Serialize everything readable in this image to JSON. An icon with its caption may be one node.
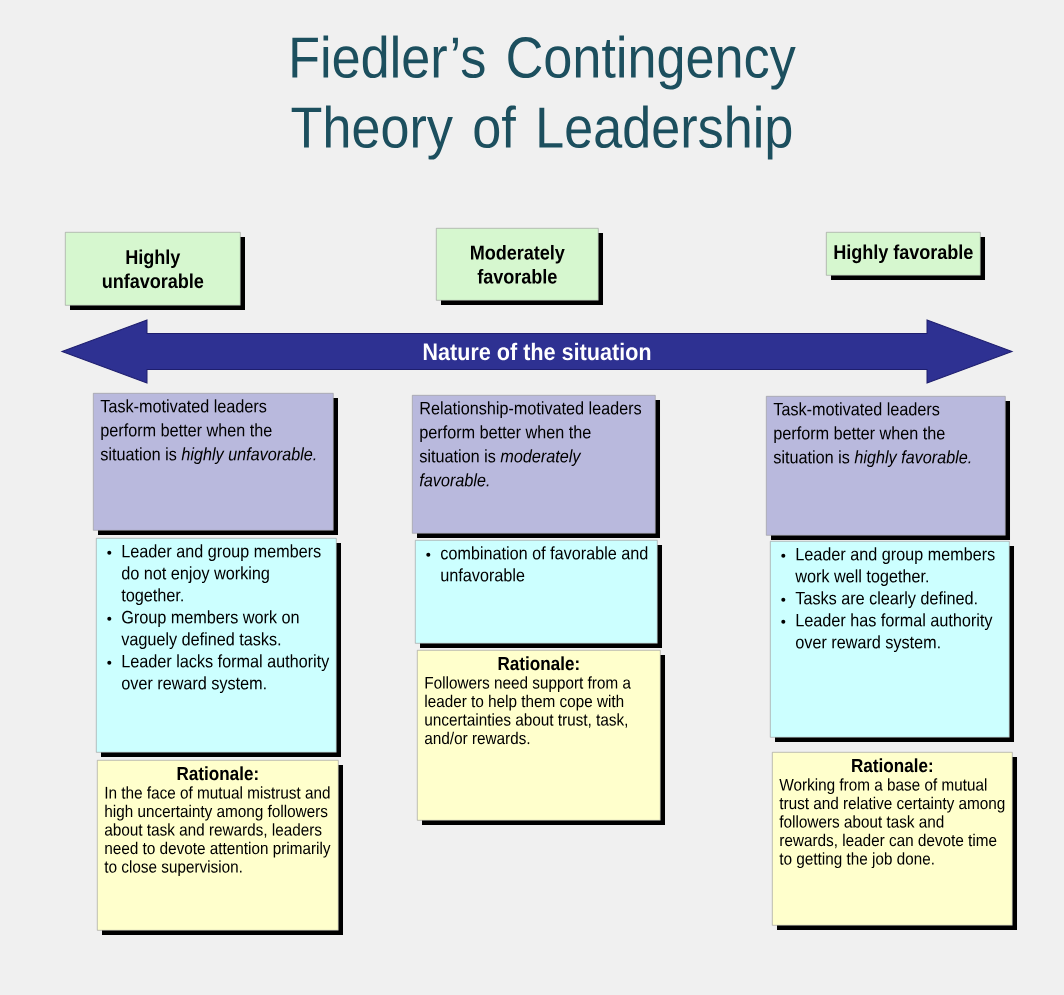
{
  "diagram": {
    "title": "Fiedler’s Contingency Theory of Leadership",
    "nodes": [
      {
        "text": [
          "Highly unfavorable"
        ]
      },
      {
        "text": [
          "Moderately favorable"
        ]
      },
      {
        "text": [
          "Highly favorable"
        ]
      },
      {
        "text": [
          "Nature of the situation"
        ]
      },
      {
        "text": [
          "Task-motivated leaders perform better when the situation is *highly unfavorable.*"
        ]
      },
      {
        "text": [
          "Relationship-motivated leaders perform better when the situation is *moderately favorable.*"
        ]
      },
      {
        "text": [
          "Task-motivated leaders perform better when the situation is *highly favorable.*"
        ]
      },
      {
        "text": [
          "Leader and group members do not enjoy working together.",
          "Group members work on vaguely defined tasks.",
          "Leader lacks formal authority over reward system."
        ]
      },
      {
        "text": [
          "combination of favorable and unfavorable"
        ]
      },
      {
        "text": [
          "Leader and group members work well together.",
          "Tasks are clearly defined.",
          "Leader has formal authority over reward system."
        ]
      },
      {
        "text": [
          "Rationale:",
          "In the face of mutual mistrust and high uncertainty among followers about task and rewards, leaders need to devote attention primarily to close supervision."
        ]
      },
      {
        "text": [
          "Rationale:",
          "Followers need support from a leader to help them cope with uncertainties about trust, task, and/or rewards."
        ]
      },
      {
        "text": [
          "Rationale:",
          "Working from a base of mutual trust and relative certainty among followers about task and rewards, leader can devote time to getting the job done."
        ]
      }
    ]
  }
}
